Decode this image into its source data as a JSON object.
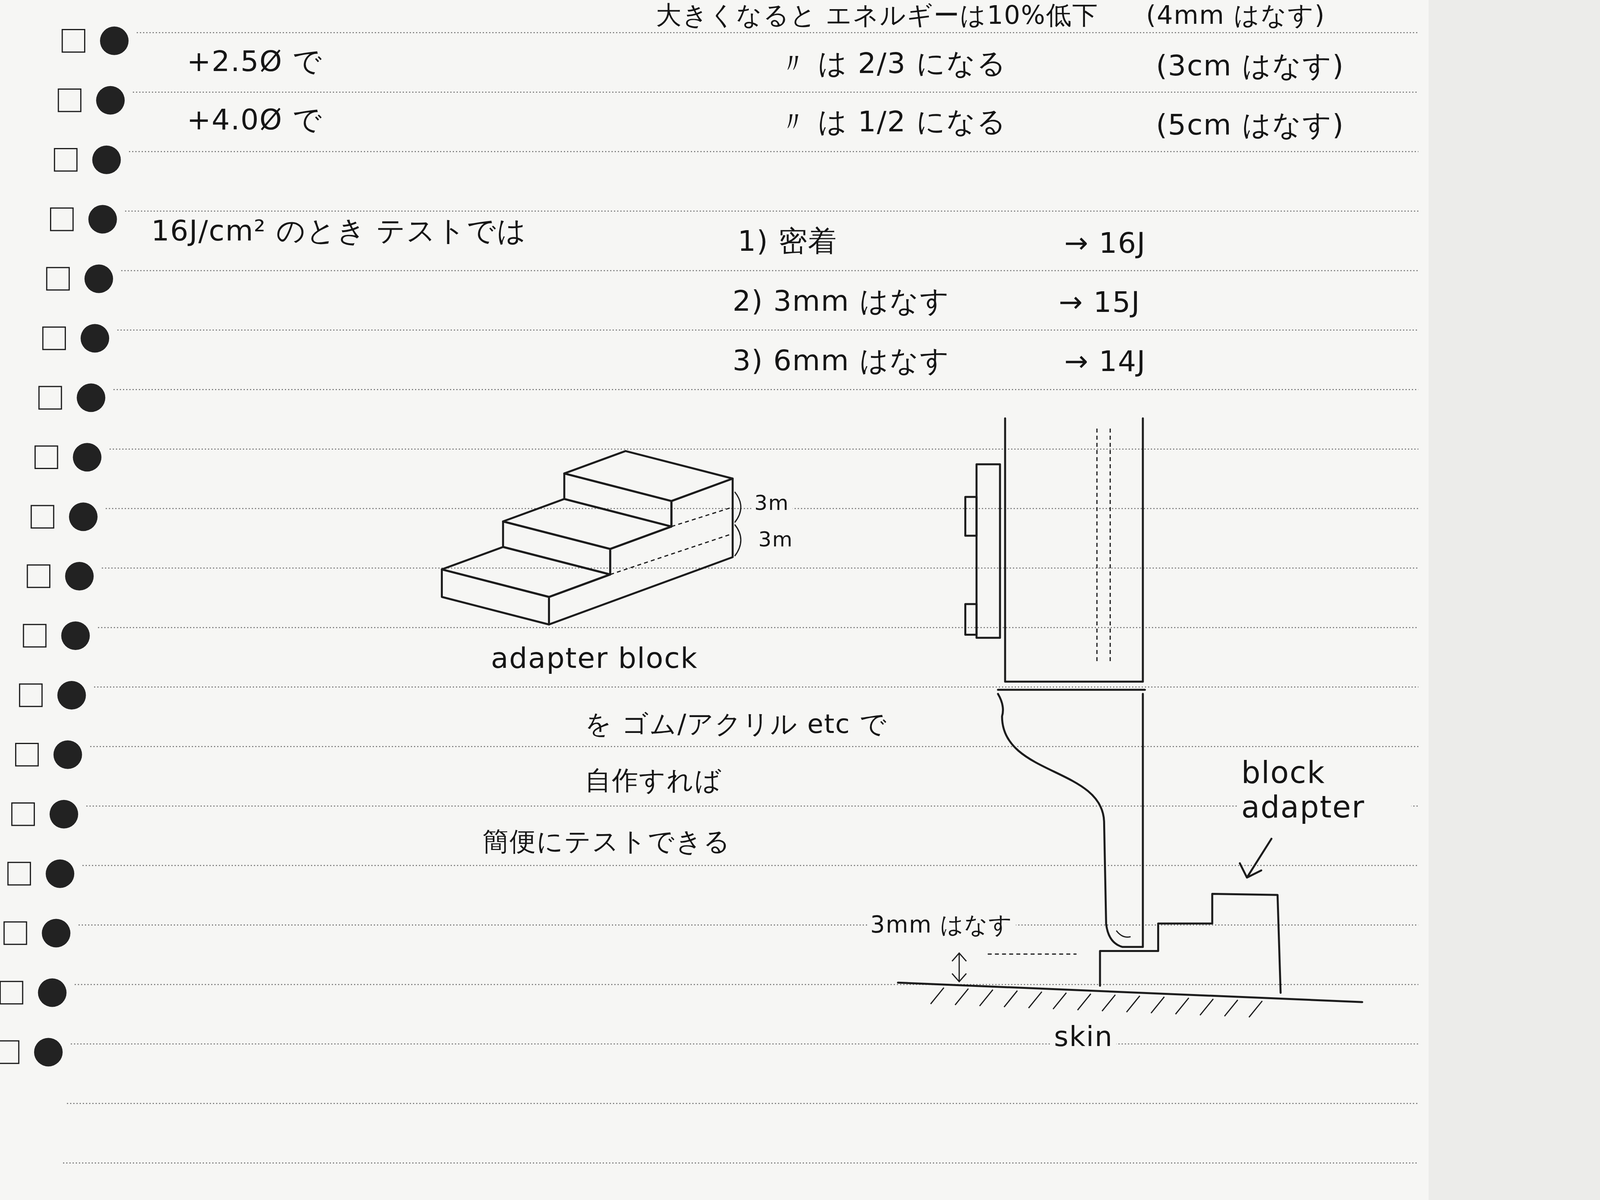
{
  "diagram": {
    "labels": [
      "大きくなると エネルギーは10%低下",
      "(4mm はなす)",
      "+2.5Ø で",
      "〃 は 2/3 になる",
      "(3cm はなす)",
      "+4.0Ø で",
      "〃 は 1/2 になる",
      "(5cm はなす)",
      "16J/cm² のとき テストでは",
      "1) 密着",
      "→ 16J",
      "2) 3mm はなす",
      "→ 15J",
      "3) 6mm はなす",
      "→ 14J",
      "3m",
      "3m",
      "adapter block",
      "を ゴム/アクリル etc で",
      "自作すれば",
      "簡便にテストできる",
      "block adapter",
      "3mm はなす",
      "skin"
    ]
  }
}
